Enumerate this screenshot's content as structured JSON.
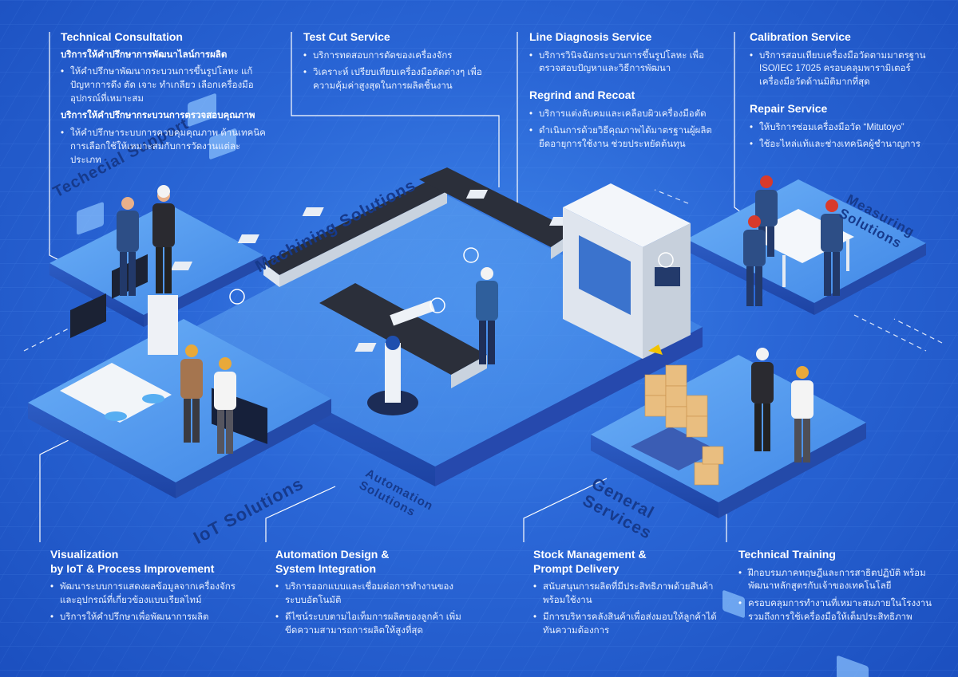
{
  "zones": {
    "technical_support": "Techecial Support",
    "machining": "Machining Solutions",
    "measuring": "Measuring Solutions",
    "iot": "IoT Solutions",
    "automation": "Automation Solutions",
    "general": "General Services"
  },
  "technical_consultation": {
    "title": "Technical Consultation",
    "sub1": "บริการให้คำปรึกษาการพัฒนาไลน์การผลิต",
    "sub1_items": [
      "ให้คำปรึกษาพัฒนากระบวนการขึ้นรูปโลหะ แก้ปัญหาการดึง ตัด เจาะ ทำเกลียว เลือกเครื่องมืออุปกรณ์ที่เหมาะสม"
    ],
    "sub2": "บริการให้คำปรึกษากระบวนการตรวจสอบคุณภาพ",
    "sub2_items": [
      "ให้คำปรึกษาระบบการควบคุมคุณภาพ ด้านเทคนิคการเลือกใช้ให้เหมาะสมกับการวัดงานแต่ละประเภท"
    ]
  },
  "test_cut": {
    "title": "Test Cut Service",
    "items": [
      "บริการทดสอบการตัดของเครื่องจักร",
      "วิเคราะห์ เปรียบเทียบเครื่องมือตัดต่างๆ เพื่อความคุ้มค่าสูงสุดในการผลิตชิ้นงาน"
    ]
  },
  "line_diagnosis": {
    "title": "Line Diagnosis Service",
    "items": [
      "บริการวินิจฉัยกระบวนการขึ้นรูปโลหะ เพื่อตรวจสอบปัญหาและวิธีการพัฒนา"
    ]
  },
  "regrind": {
    "title": "Regrind and Recoat",
    "items": [
      "บริการแต่งลับคมและเคลือบผิวเครื่องมือตัด",
      "ดำเนินการด้วยวิธีคุณภาพได้มาตรฐานผู้ผลิต ยืดอายุการใช้งาน ช่วยประหยัดต้นทุน"
    ]
  },
  "calibration": {
    "title": "Calibration Service",
    "items": [
      "บริการสอบเทียบเครื่องมือวัดตามมาตรฐาน ISO/IEC 17025 ครอบคลุมพารามิเตอร์เครื่องมือวัดด้านมิติมากที่สุด"
    ]
  },
  "repair": {
    "title": "Repair Service",
    "items": [
      "ให้บริการซ่อมเครื่องมือวัด “Mitutoyo”",
      "ใช้อะไหล่แท้และช่างเทคนิคผู้ชำนาญการ"
    ]
  },
  "visualization": {
    "title1": "Visualization",
    "title2": "by IoT & Process Improvement",
    "items": [
      "พัฒนาระบบการแสดงผลข้อมูลจากเครื่องจักรและอุปกรณ์ที่เกี่ยวข้องแบบเรียลไทม์",
      "บริการให้คำปรึกษาเพื่อพัฒนาการผลิต"
    ]
  },
  "automation_design": {
    "title1": "Automation Design &",
    "title2": "System Integration",
    "items": [
      "บริการออกแบบและเชื่อมต่อการทำงานของระบบอัตโนมัติ",
      "ดีไซน์ระบบตามไอเท็มการผลิตของลูกค้า เพิ่มขีดความสามารถการผลิตให้สูงที่สุด"
    ]
  },
  "stock": {
    "title1": "Stock Management &",
    "title2": "Prompt Delivery",
    "items": [
      "สนับสนุนการผลิตที่มีประสิทธิภาพด้วยสินค้าพร้อมใช้งาน",
      "มีการบริหารคลังสินค้าเพื่อส่งมอบให้ลูกค้าได้ทันความต้องการ"
    ]
  },
  "training": {
    "title": "Technical Training",
    "items": [
      "ฝึกอบรมภาคทฤษฎีและการสาธิตปฏิบัติ พร้อมพัฒนาหลักสูตรกับเจ้าของเทคโนโลยี",
      "ครอบคลุมการทำงานที่เหมาะสมภายในโรงงาน รวมถึงการใช้เครื่องมือให้เต็มประสิทธิภาพ"
    ]
  },
  "colors": {
    "background": "#2a66d6",
    "platform_top": "#5ea4f2",
    "platform_side": "#2752b8",
    "machine": "#eef2f7",
    "accent_orange": "#e8a93a",
    "worker_blue": "#2d4e86"
  }
}
